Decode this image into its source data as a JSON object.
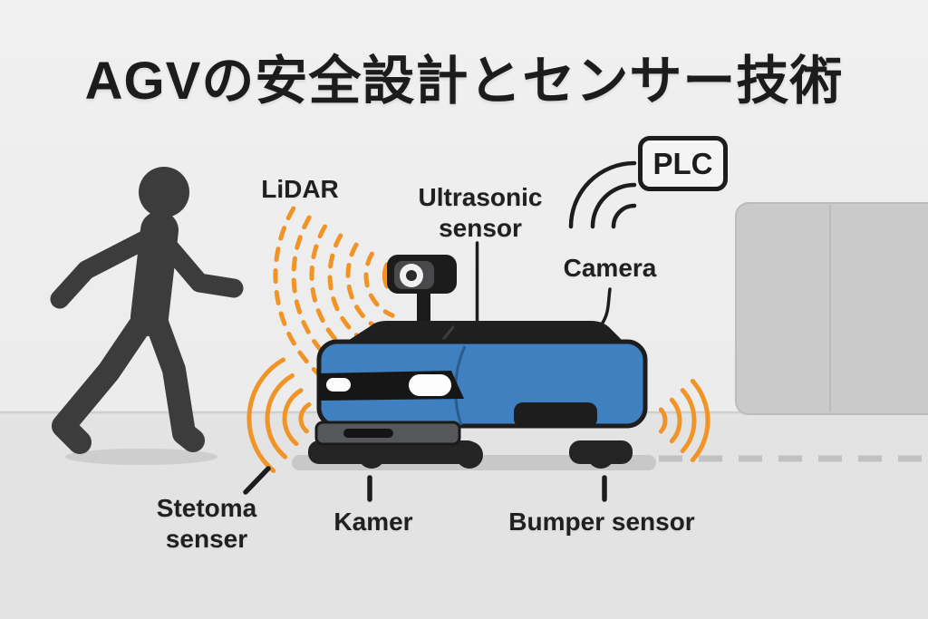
{
  "title": "AGVの安全設計とセンサー技術",
  "labels": {
    "lidar": "LiDAR",
    "ultrasonic": {
      "line1": "Ultrasonic",
      "line2": "sensor"
    },
    "plc": "PLC",
    "camera": "Camera",
    "stetoma": {
      "line1": "Stetoma",
      "line2": "senser"
    },
    "kamer": "Kamer",
    "bumper_sensor": "Bumper sensor"
  },
  "colors": {
    "accent-orange": "#F09428",
    "robot-blue": "#3E80C0",
    "ink": "#1D1D1D",
    "wall": "#EDEDED",
    "floor": "#E3E3E3",
    "door-gray": "#CACACA",
    "person-gray": "#3C3C3C"
  }
}
